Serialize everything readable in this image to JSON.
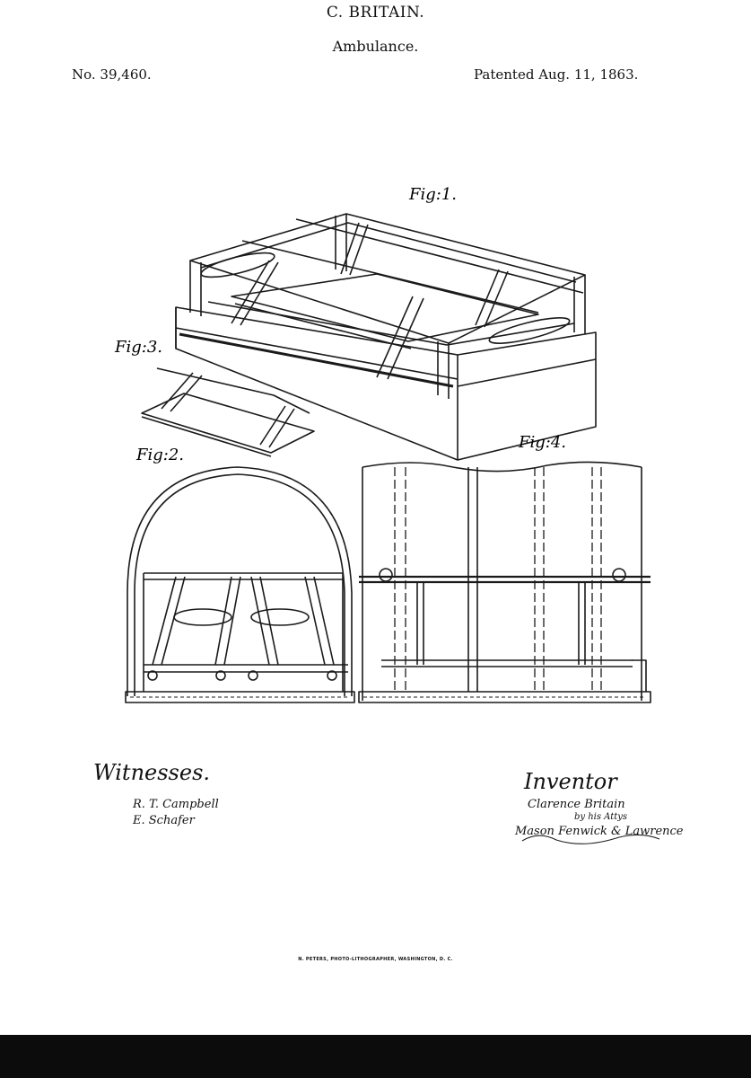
{
  "header": {
    "inventor_name": "C. BRITAIN.",
    "title": "Ambulance.",
    "patent_number": "No. 39,460.",
    "patent_date": "Patented Aug. 11, 1863."
  },
  "figures": {
    "fig1": "Fig:1.",
    "fig2": "Fig:2.",
    "fig3": "Fig:3.",
    "fig4": "Fig:4."
  },
  "signatures": {
    "witnesses_heading": "Witnesses.",
    "witness_1": "R. T. Campbell",
    "witness_2": "E. Schafer",
    "inventor_heading": "Inventor",
    "inventor_signature": "Clarence Britain",
    "attorney_line_1": "by his Attys",
    "attorney_line_2": "Mason Fenwick & Lawrence"
  },
  "footer": {
    "lithographer": "N. PETERS, PHOTO-LITHOGRAPHER, WASHINGTON, D. C."
  }
}
